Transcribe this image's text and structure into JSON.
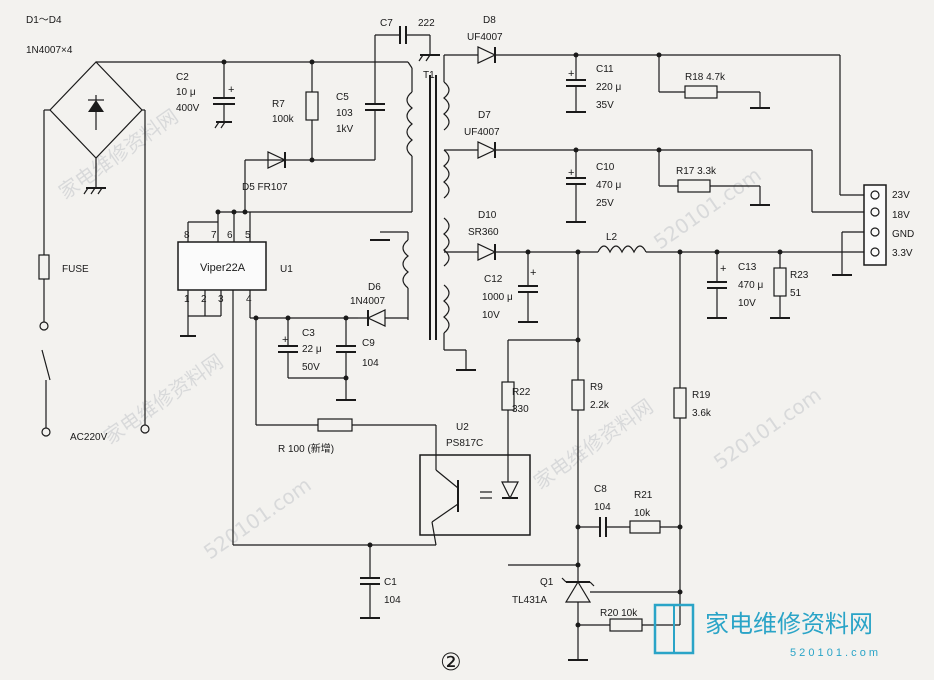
{
  "labels": {
    "d1d4": "D1～D4",
    "d1d4_part": "1N4007×4",
    "c7": "C7",
    "c7_val": "222",
    "d8": "D8",
    "d8_part": "UF4007",
    "t1": "T1",
    "c2": "C2",
    "c2_v1": "10 μ",
    "c2_v2": "400V",
    "r7": "R7",
    "r7_val": "100k",
    "c5": "C5",
    "c5_v1": "103",
    "c5_v2": "1kV",
    "c11": "C11",
    "c11_v1": "220 μ",
    "c11_v2": "35V",
    "r18": "R18 4.7k",
    "d7": "D7",
    "d7_part": "UF4007",
    "c10": "C10",
    "c10_v1": "470 μ",
    "c10_v2": "25V",
    "r17": "R17 3.3k",
    "d5": "D5 FR107",
    "conn_23v": "23V",
    "conn_18v": "18V",
    "conn_gnd": "GND",
    "conn_33v": "3.3V",
    "d10": "D10",
    "d10_part": "SR360",
    "l2": "L2",
    "fuse": "FUSE",
    "ic": "Viper22A",
    "u1": "U1",
    "pin8": "8",
    "pin7": "7",
    "pin6": "6",
    "pin5": "5",
    "pin1": "1",
    "pin2": "2",
    "pin3": "3",
    "pin4": "4",
    "d6": "D6",
    "d6_part": "1N4007",
    "c12": "C12",
    "c12_v1": "1000 μ",
    "c12_v2": "10V",
    "c13": "C13",
    "c13_v1": "470 μ",
    "c13_v2": "10V",
    "r23": "R23",
    "r23_val": "51",
    "c3": "C3",
    "c3_v1": "22 μ",
    "c3_v2": "50V",
    "c9": "C9",
    "c9_val": "104",
    "r22": "R22",
    "r22_val": "330",
    "r9": "R9",
    "r9_val": "2.2k",
    "r19": "R19",
    "r19_val": "3.6k",
    "ac220v": "AC220V",
    "r_new": "R 100 (新增)",
    "u2": "U2",
    "u2_part": "PS817C",
    "c8": "C8",
    "c8_val": "104",
    "r21": "R21",
    "r21_val": "10k",
    "c1": "C1",
    "c1_val": "104",
    "q1": "Q1",
    "q1_part": "TL431A",
    "r20": "R20 10k",
    "figure_number": "②"
  },
  "watermark": {
    "url": "520101.com",
    "site_cn": "家电维修资料网",
    "logo_text": "家电维修资料网",
    "logo_url": "5 2 0 1 0 1 . c o m",
    "logo_color": "#2aa4c7"
  }
}
